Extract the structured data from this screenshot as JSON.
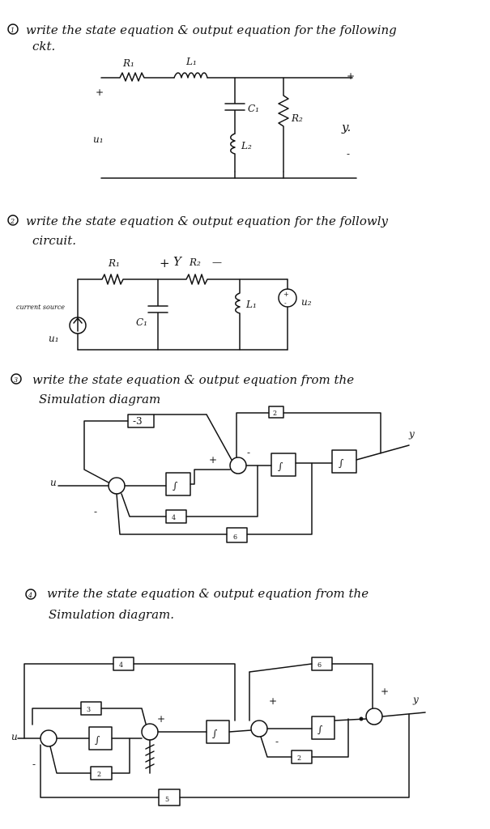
{
  "problems": [
    {
      "number": "1",
      "text_line1": "write the state equation & output equation for the following",
      "text_line2": "ckt.",
      "labels": {
        "r1": "R₁",
        "l1": "L₁",
        "c1": "C₁",
        "r2": "R₂",
        "l2": "L₂",
        "input": "u₁",
        "output": "y.",
        "plus_in": "+",
        "plus_out": "+",
        "minus_out": "-"
      }
    },
    {
      "number": "2",
      "text_line1": "write the state equation & output equation for the followly",
      "text_line2": "circuit.",
      "labels": {
        "r1": "R₁",
        "r2": "R₂",
        "c1": "C₁",
        "l1": "L₁",
        "u1": "u₁",
        "u2": "u₂",
        "current_source": "current source",
        "y_plus": "+",
        "y_mark": "Y",
        "y_minus": "—"
      }
    },
    {
      "number": "3",
      "text_line1": "write the state equation & output equation from the",
      "text_line2": "Simulation diagram",
      "labels": {
        "u": "u",
        "y": "y",
        "gain_top": "-3",
        "gain_fb": "2",
        "gain_inner": "4",
        "gain_bottom": "6",
        "integrator": "∫",
        "plus": "+",
        "minus": "-"
      }
    },
    {
      "number": "4",
      "text_line1": "write the state equation & output equation from the",
      "text_line2": "Simulation diagram.",
      "labels": {
        "u": "u",
        "y": "y",
        "gain_top_left": "4",
        "gain_top_right": "6",
        "gain_3": "3",
        "gain_2a": "2",
        "gain_2b": "2",
        "gain_5": "5",
        "integrator": "∫",
        "plus": "+",
        "minus": "-"
      }
    }
  ]
}
